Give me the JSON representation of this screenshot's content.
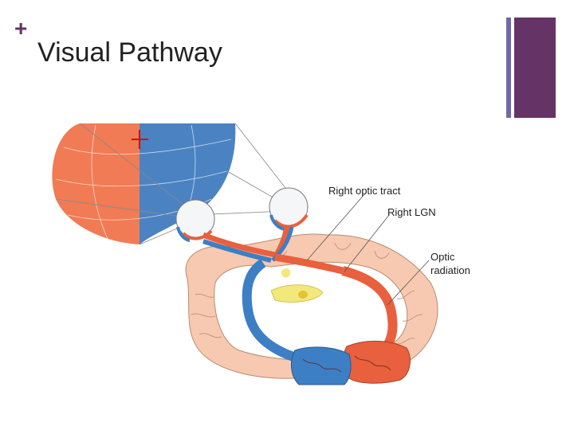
{
  "slide": {
    "plus_symbol": "+",
    "title": "Visual Pathway"
  },
  "colors": {
    "accent_purple": "#663366",
    "accent_thin": "#6f6aa6",
    "field_left": "#f07b55",
    "field_right": "#4b83c2",
    "cortex": "#f7c9b0",
    "pathway_red": "#e8603d",
    "pathway_blue": "#3d7fc4",
    "chiasm_yellow": "#f3e87a"
  },
  "diagram": {
    "labels": {
      "right_optic_tract": "Right optic tract",
      "right_lgn": "Right LGN",
      "optic_radiation_line1": "Optic",
      "optic_radiation_line2": "radiation"
    }
  }
}
